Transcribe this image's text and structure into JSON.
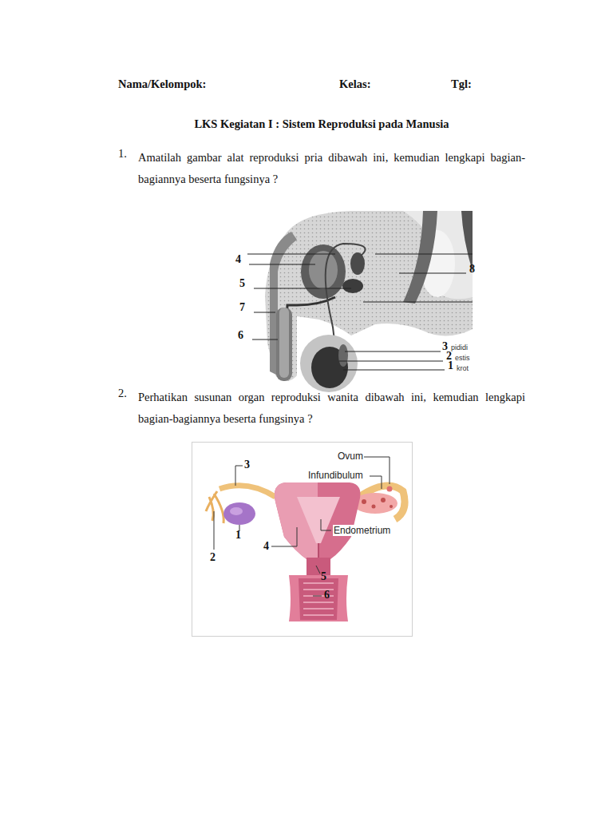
{
  "diagram": {
    "title": "LKS Kegiatan I : Sistem Reproduksi pada Manusia",
    "labels": [
      "Nama/Kelompok:",
      "Kelas:",
      "Tgl:",
      "1.",
      "Amatilah gambar alat reproduksi pria dibawah ini, kemudian lengkapi bagian-bagiannya beserta fungsinya ?",
      "4",
      "5",
      "7",
      "6",
      "8",
      "3",
      "pididi",
      "2",
      "estis",
      "1",
      "krot",
      "2.",
      "Perhatikan susunan organ reproduksi wanita dibawah ini, kemudian lengkapi bagian-bagiannya beserta fungsinya ?",
      "3",
      "Ovum",
      "Infundibulum",
      "1",
      "Endometrium",
      "2",
      "4",
      "5",
      "6"
    ]
  }
}
